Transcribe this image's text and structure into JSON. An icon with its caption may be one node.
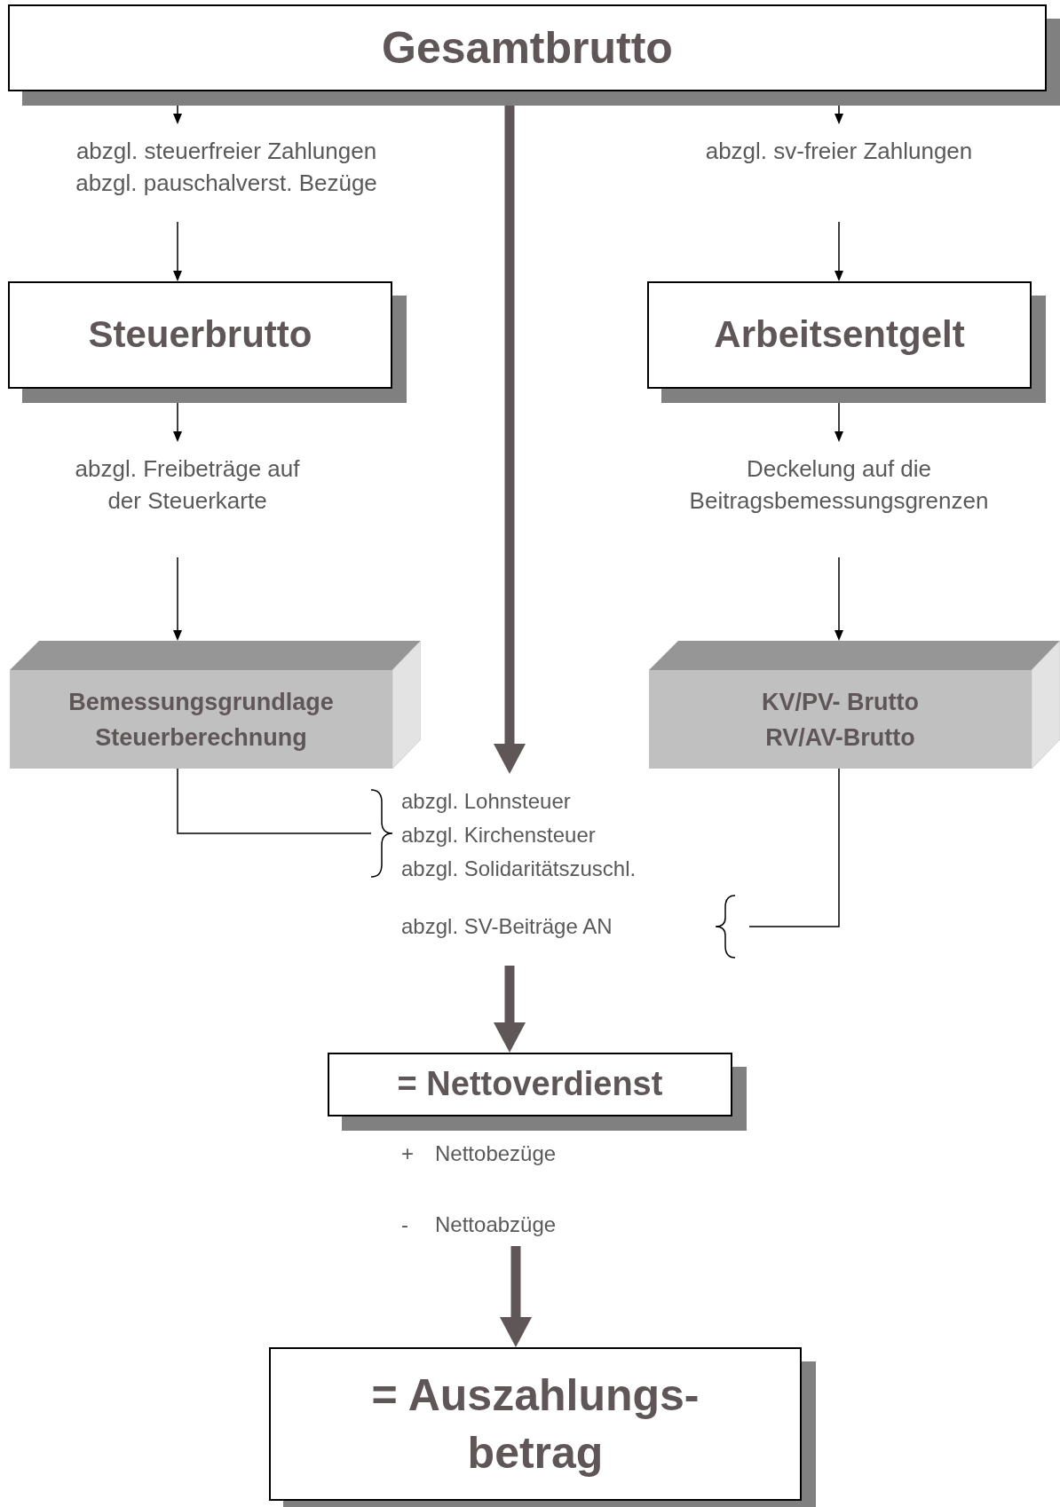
{
  "diagram": {
    "nodes": [
      {
        "text": [
          "Gesamtbrutto"
        ]
      },
      {
        "text": [
          "abzgl. steuerfreier Zahlungen",
          "abzgl. pauschalverst. Bezüge"
        ]
      },
      {
        "text": [
          "abzgl. sv-freier Zahlungen"
        ]
      },
      {
        "text": [
          "Steuerbrutto"
        ]
      },
      {
        "text": [
          "Arbeitsentgelt"
        ]
      },
      {
        "text": [
          "abzgl. Freibeträge auf der Steuerkarte"
        ]
      },
      {
        "text": [
          "Deckelung auf die Beitragsbemessungsgrenzen"
        ]
      },
      {
        "text": [
          "Bemessungsgrundlage Steuerberechnung"
        ]
      },
      {
        "text": [
          "KV/PV- Brutto RV/AV-Brutto"
        ]
      },
      {
        "text": [
          "abzgl. Lohnsteuer",
          "abzgl. Kirchensteuer",
          "abzgl. Solidaritätszuschl."
        ]
      },
      {
        "text": [
          "abzgl. SV-Beiträge AN"
        ]
      },
      {
        "text": [
          "= Nettoverdienst"
        ]
      },
      {
        "text": [
          "+",
          "Nettobezüge",
          "-",
          "Nettoabzüge"
        ]
      },
      {
        "text": [
          "= Auszahlungs- betrag"
        ]
      }
    ],
    "edges": [
      {
        "from": 0,
        "to": 1,
        "arrow": "to"
      },
      {
        "from": 1,
        "to": 3,
        "arrow": "to"
      },
      {
        "from": 0,
        "to": 2,
        "arrow": "to"
      },
      {
        "from": 2,
        "to": 4,
        "arrow": "to"
      },
      {
        "from": 0,
        "to": 9,
        "arrow": "to",
        "style": "thick",
        "color": "#5f5658"
      },
      {
        "from": 3,
        "to": 5,
        "arrow": "to"
      },
      {
        "from": 5,
        "to": 7,
        "arrow": "to"
      },
      {
        "from": 4,
        "to": 6,
        "arrow": "to"
      },
      {
        "from": 6,
        "to": 8,
        "arrow": "to"
      },
      {
        "from": 7,
        "to": 9,
        "arrow": "none"
      },
      {
        "from": 8,
        "to": 10,
        "arrow": "none"
      },
      {
        "from": 10,
        "to": 11,
        "arrow": "to",
        "style": "thick",
        "color": "#5f5658"
      },
      {
        "from": 12,
        "to": 13,
        "arrow": "to",
        "style": "thick",
        "color": "#5f5658"
      }
    ]
  }
}
